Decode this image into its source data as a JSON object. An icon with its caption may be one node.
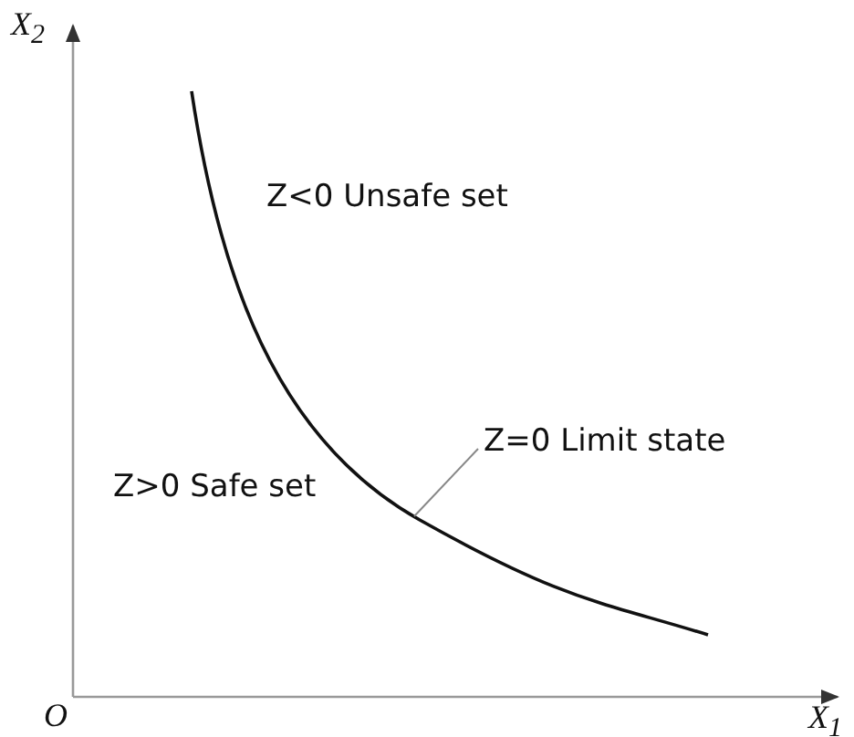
{
  "diagram": {
    "nodes": [
      {
        "text": [
          "Z=0 Limit state"
        ]
      },
      {
        "text": [],
        "shape": "curve"
      }
    ],
    "edges": [
      {
        "from": 0,
        "to": 1,
        "arrow": "none"
      }
    ],
    "labels": [
      "X$_{2}$",
      "Z<0 Unsafe set",
      "Z>0 Safe set",
      "O",
      "X$_{1}$"
    ]
  }
}
